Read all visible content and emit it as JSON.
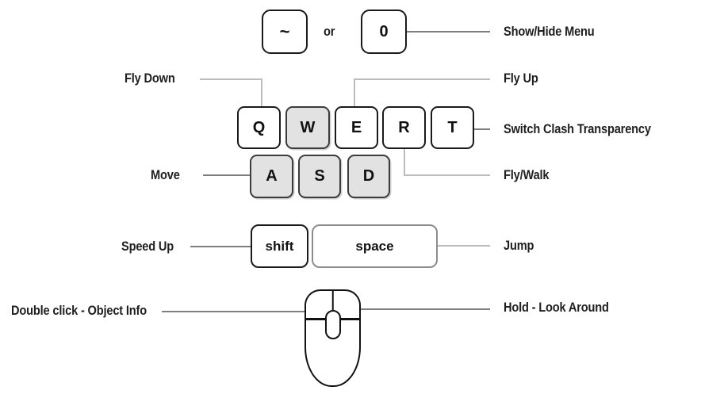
{
  "diagram_type": "keyboard-mouse-controls-legend",
  "keys": {
    "tilde": "~",
    "zero": "0",
    "q": "Q",
    "w": "W",
    "e": "E",
    "r": "R",
    "t": "T",
    "a": "A",
    "s": "S",
    "d": "D",
    "shift": "shift",
    "space": "space"
  },
  "shaded_keys": [
    "W",
    "A",
    "S",
    "D"
  ],
  "connective_text": {
    "or": "or"
  },
  "left_labels": {
    "fly_down": "Fly Down",
    "move": "Move",
    "speed_up": "Speed Up",
    "double_click": "Double click - Object Info"
  },
  "right_labels": {
    "show_hide_menu": "Show/Hide Menu",
    "fly_up": "Fly Up",
    "switch_clash_transparency": "Switch Clash Transparency",
    "fly_walk": "Fly/Walk",
    "jump": "Jump",
    "hold_look_around": "Hold - Look Around"
  },
  "icons": {
    "mouse": "mouse-icon"
  },
  "colors": {
    "background": "#ffffff",
    "key_fill": "#ffffff",
    "key_fill_shaded": "#e2e2e2",
    "key_border": "#1a1a1a",
    "space_key_border": "#8c8c8c",
    "text": "#1f1f1f",
    "connector_dark": "#7f7f7f",
    "connector_light": "#bcbcbc"
  }
}
